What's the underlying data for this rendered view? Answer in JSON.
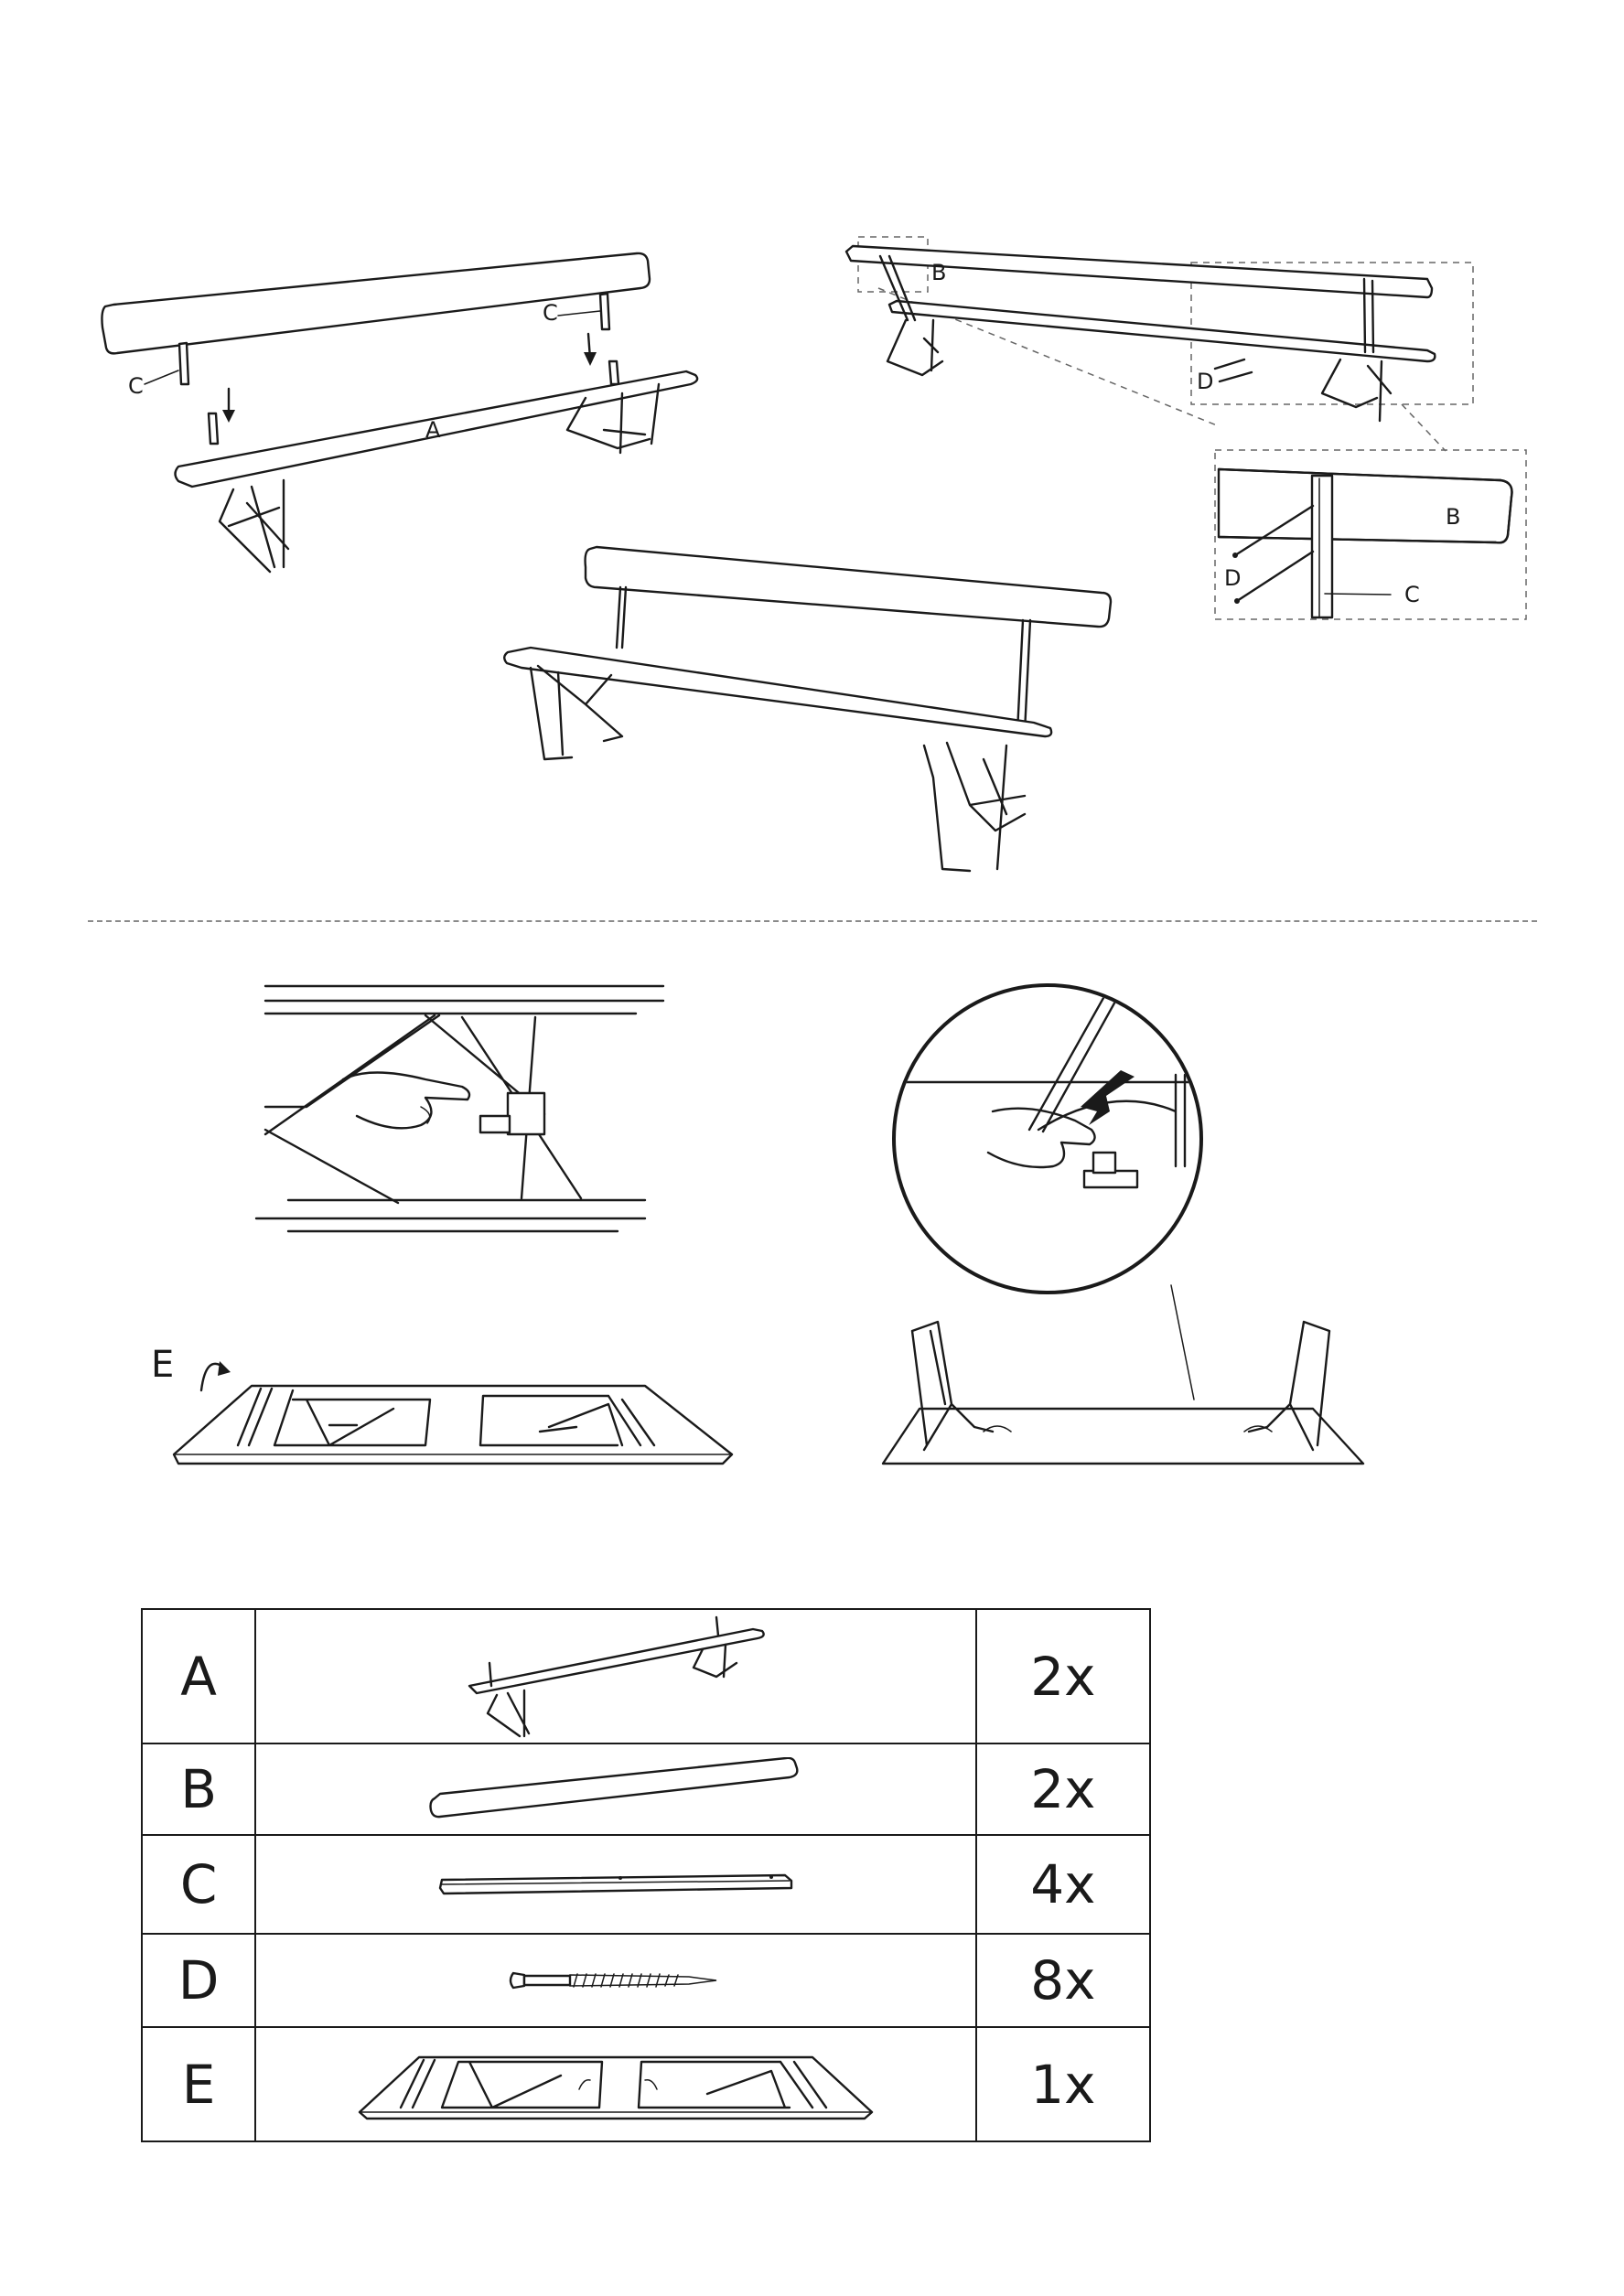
{
  "figure_1": {
    "labels": [
      "C",
      "C",
      "A"
    ]
  },
  "figure_2": {
    "labels": [
      "B",
      "D"
    ]
  },
  "figure_2_detail": {
    "labels": [
      "B",
      "D",
      "C"
    ]
  },
  "figure_5": {
    "label": "E"
  },
  "parts_table": {
    "rows": [
      {
        "letter": "A",
        "qty": "2x",
        "part_icon": "bench-seat-with-legs"
      },
      {
        "letter": "B",
        "qty": "2x",
        "part_icon": "backrest-board"
      },
      {
        "letter": "C",
        "qty": "4x",
        "part_icon": "backrest-support-bar"
      },
      {
        "letter": "D",
        "qty": "8x",
        "part_icon": "screw"
      },
      {
        "letter": "E",
        "qty": "1x",
        "part_icon": "folded-bench-with-legs"
      }
    ]
  }
}
